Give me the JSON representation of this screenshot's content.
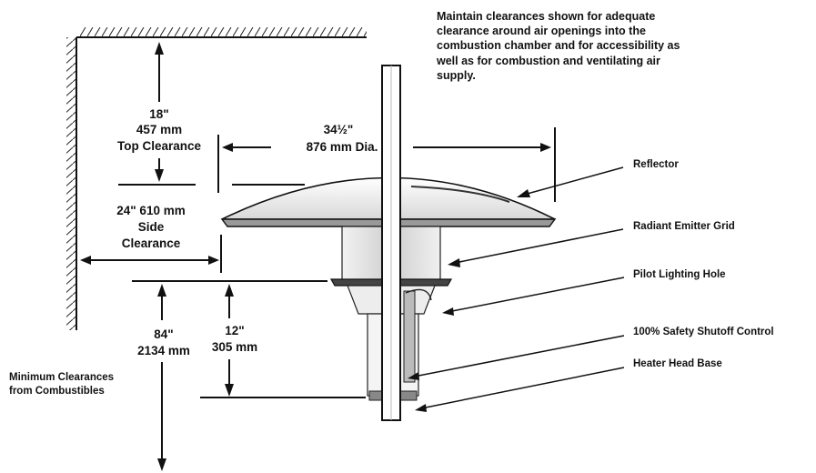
{
  "note": "Maintain clearances shown for adequate clearance around air openings into the combustion chamber and for accessibility as well as for combustion and ventilating air supply.",
  "top_clearance": {
    "inches": "18\"",
    "mm": "457 mm",
    "label": "Top Clearance"
  },
  "diameter": {
    "inches": "34½\"",
    "mm": "876 mm Dia."
  },
  "side_clearance": {
    "line1": "24\" 610 mm",
    "line2": "Side",
    "line3": "Clearance"
  },
  "floor_clearance": {
    "inches": "84\"",
    "mm": "2134 mm"
  },
  "head_clearance": {
    "inches": "12\"",
    "mm": "305 mm"
  },
  "min_clearances": {
    "line1": "Minimum Clearances",
    "line2": "from Combustibles"
  },
  "parts": {
    "reflector": "Reflector",
    "emitter": "Radiant Emitter Grid",
    "pilot": "Pilot Lighting Hole",
    "shutoff": "100% Safety Shutoff Control",
    "base": "Heater Head Base"
  }
}
